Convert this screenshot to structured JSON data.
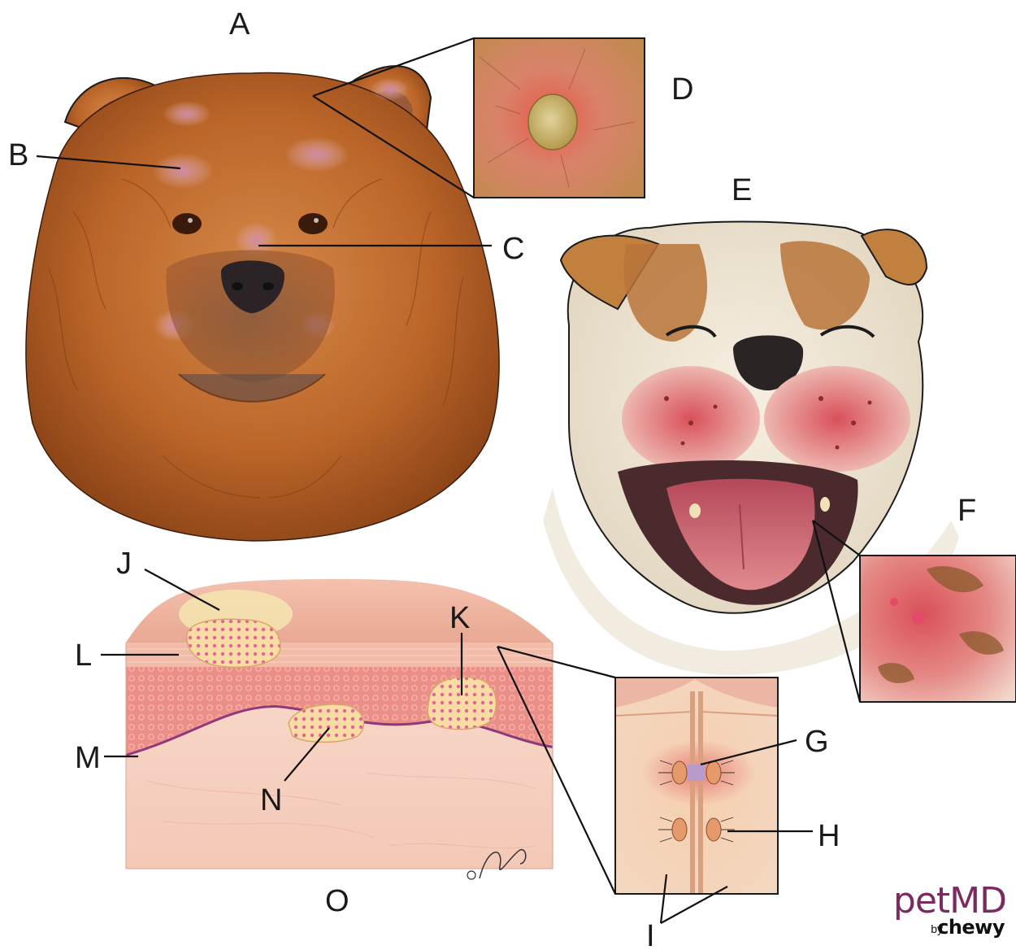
{
  "labels": {
    "A": "A",
    "B": "B",
    "C": "C",
    "D": "D",
    "E": "E",
    "F": "F",
    "G": "G",
    "H": "H",
    "I": "I",
    "J": "J",
    "K": "K",
    "L": "L",
    "M": "M",
    "N": "N",
    "O": "O"
  },
  "brand": {
    "logo": "petMD",
    "by": "by",
    "parent": "chewy"
  },
  "colors": {
    "chow_fur": "#c06a2c",
    "chow_fur_dark": "#7c3a14",
    "lesion": "#c9879b",
    "bulldog_fur": "#efe6d6",
    "bulldog_patch": "#b9743a",
    "muzzle_lesion": "#d45a5a",
    "tongue": "#c95a66",
    "epidermis": "#e88a86",
    "dermis": "#f6d2c4",
    "basement": "#8e3a7a",
    "pustule": "#f8dca4",
    "cell": "#d64a8c"
  },
  "icons": {
    "signature": "artist-signature-icon"
  }
}
